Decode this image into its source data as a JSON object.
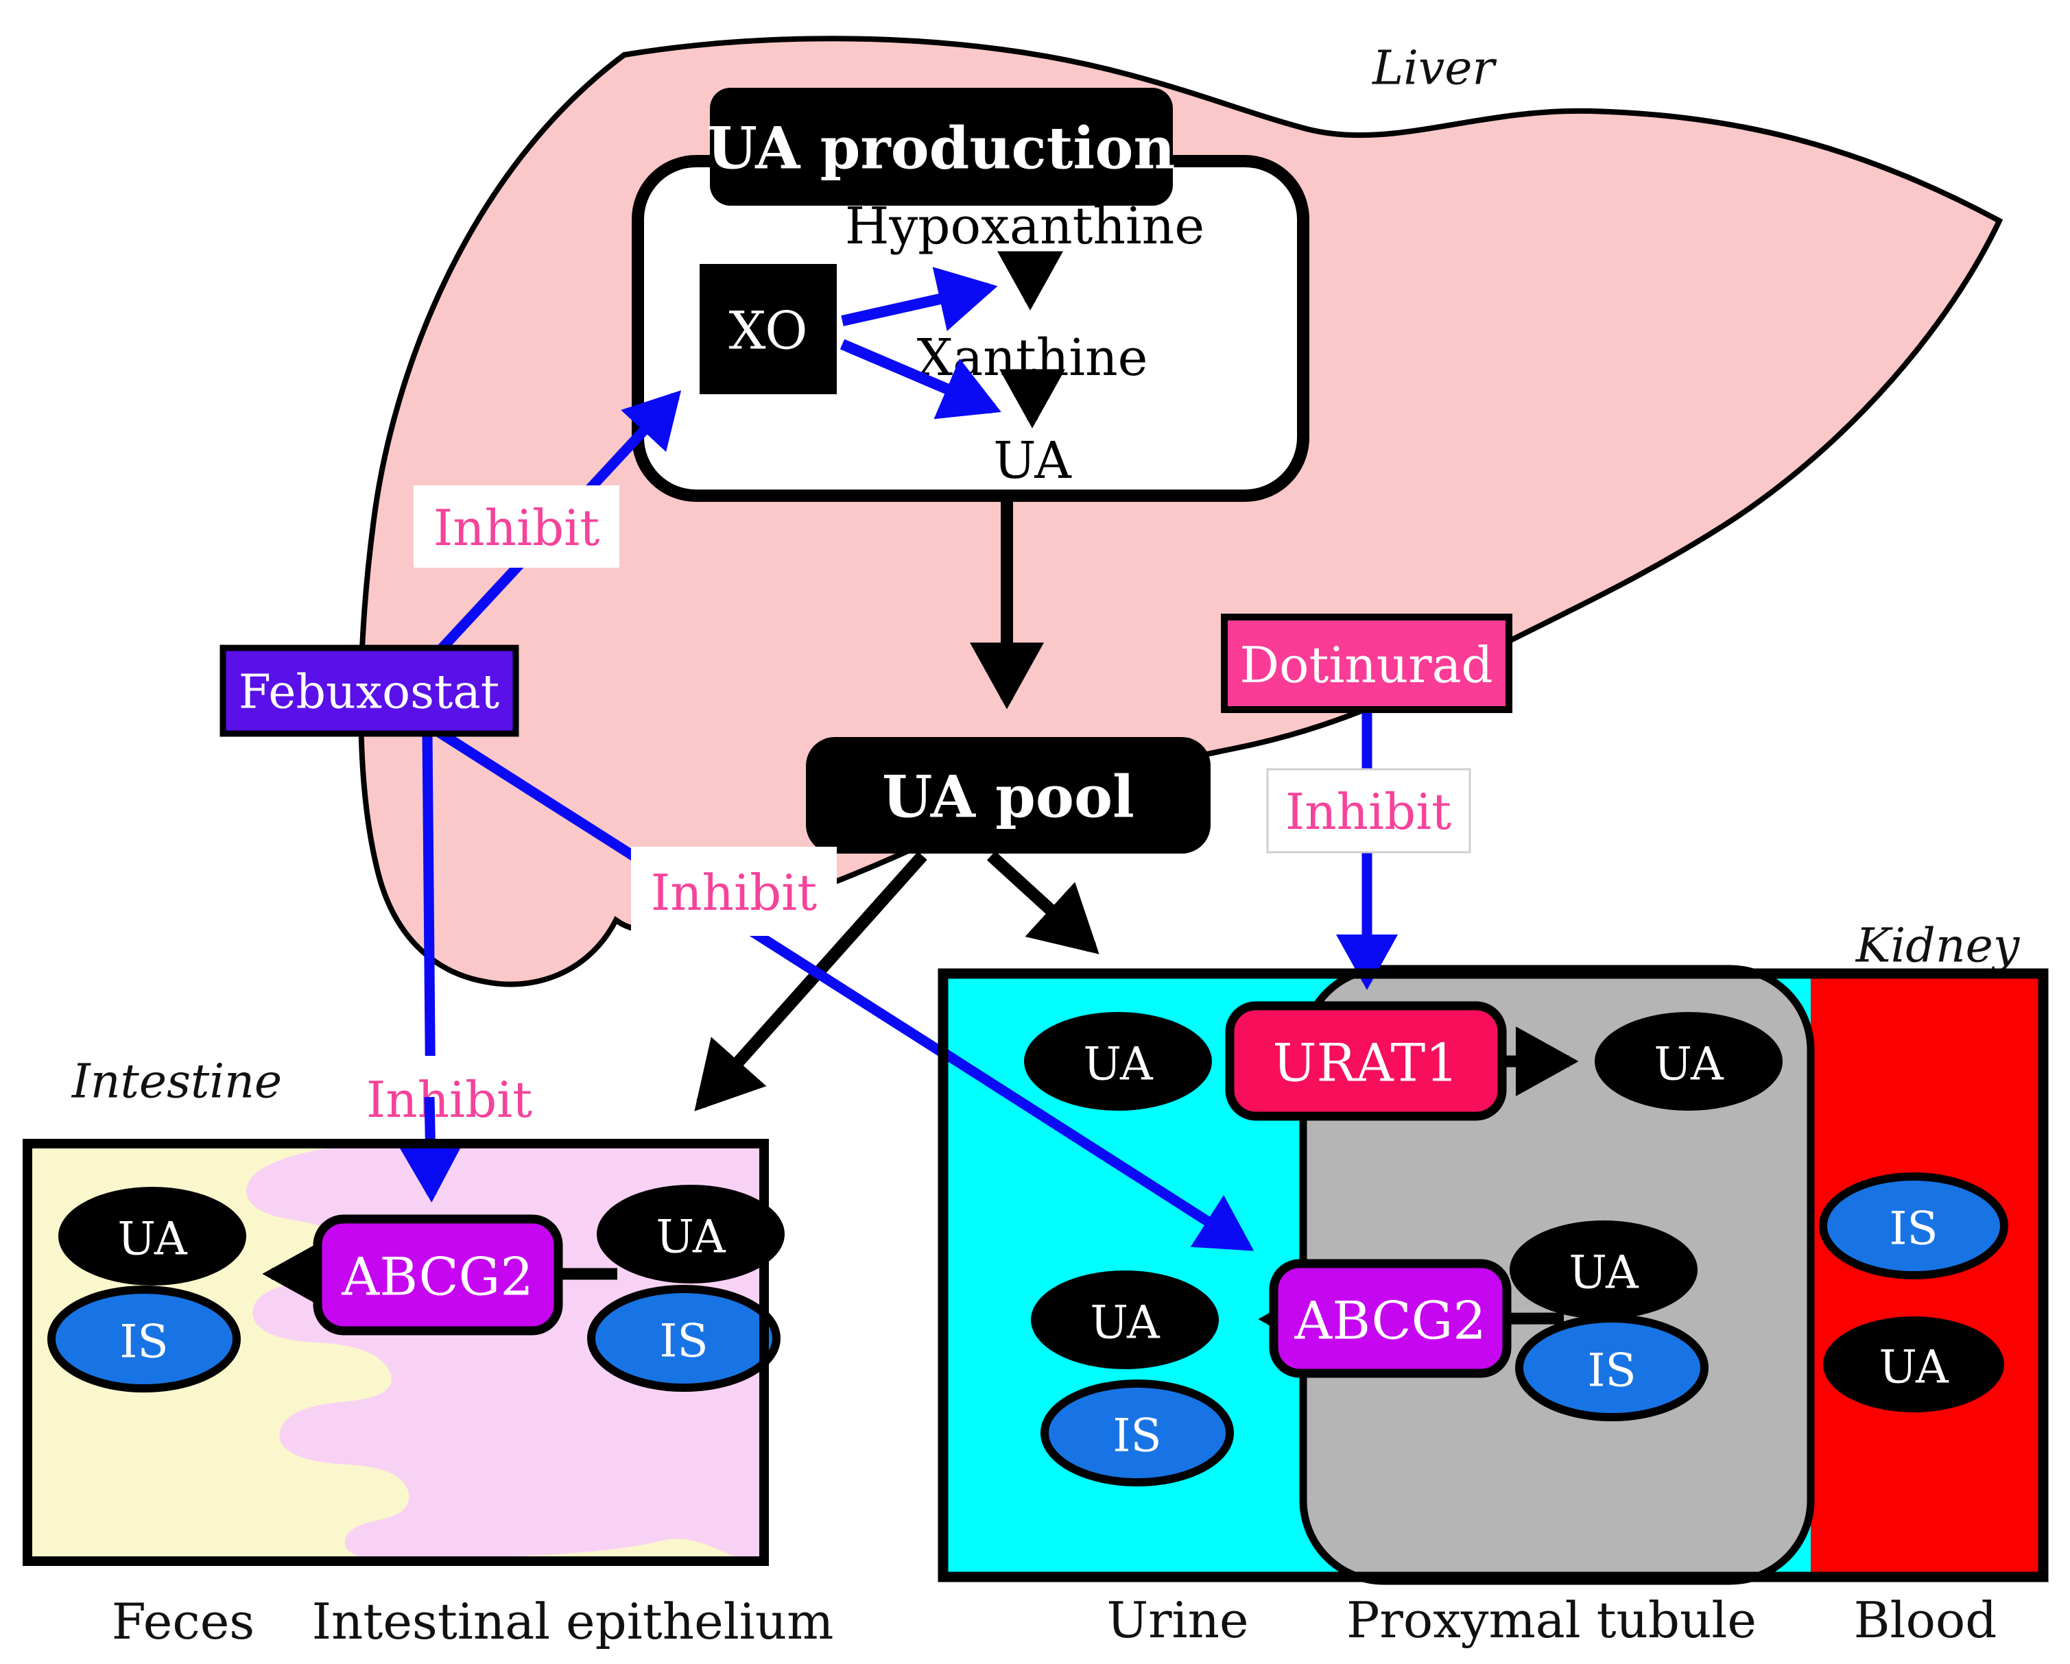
{
  "title": "Uric acid metabolism and drug inhibition diagram",
  "organs": {
    "liver": "Liver",
    "kidney": "Kidney",
    "intestine": "Intestine"
  },
  "compartment_labels": {
    "feces": "Feces",
    "intestinal_epithelium": "Intestinal epithelium",
    "urine": "Urine",
    "proxymal_tubule": "Proxymal tubule",
    "blood": "Blood"
  },
  "process_boxes": {
    "ua_production": "UA production",
    "ua_pool": "UA pool"
  },
  "enzymes_transporters": {
    "xo": "XO",
    "urat1": "URAT1",
    "abcg2": "ABCG2"
  },
  "drugs": {
    "febuxostat": "Febuxostat",
    "dotinurad": "Dotinurad"
  },
  "metabolites": {
    "hypoxanthine": "Hypoxanthine",
    "xanthine": "Xanthine",
    "ua": "UA",
    "is": "IS"
  },
  "inhibit": {
    "label": "Inhibit"
  },
  "colors": {
    "liver_fill": "#FAC8C8",
    "urine_fill": "#00FFFF",
    "proximal_tubule_fill": "#B5B5B5",
    "blood_fill": "#FC0000",
    "intestine_lumen_fill": "#FAF7CD",
    "villi_fill": "#F8D2F4",
    "febuxostat_fill": "#5A10E8",
    "dotinurad_fill": "#FA3C96",
    "urat1_fill": "#F70F5B",
    "abcg2_fill": "#C606F0",
    "is_fill": "#1874E4",
    "ua_fill": "#000000",
    "inhibit_text": "#F5439A",
    "inhibit_arrow_blue": "#0A0AF5",
    "flow_arrow_black": "#000000"
  }
}
